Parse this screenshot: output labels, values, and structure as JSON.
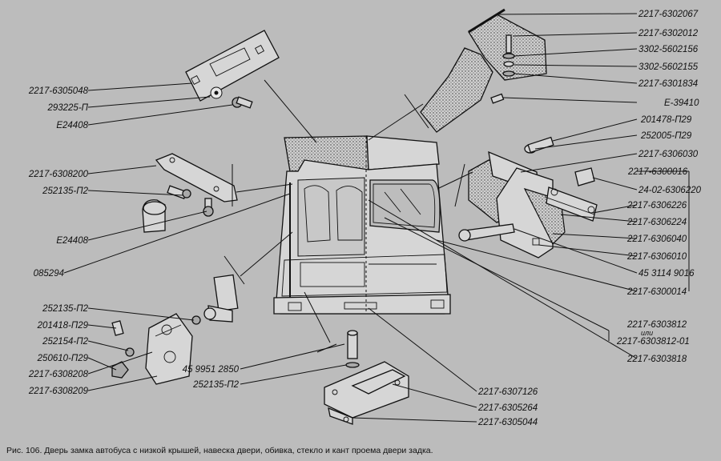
{
  "labels_left": [
    "2217-6305048",
    "293225-П",
    "Е24408",
    "2217-6308200",
    "252135-П2",
    "Е24408",
    "085294",
    "252135-П2",
    "201418-П29",
    "252154-П2",
    "250610-П29",
    "2217-6308208",
    "2217-6308209"
  ],
  "labels_right": [
    "2217-6302067",
    "2217-6302012",
    "3302-5602156",
    "3302-5602155",
    "2217-6301834",
    "Е-39410",
    "201478-П29",
    "252005-П29",
    "2217-6306030",
    "2217-6300016",
    "24-02-6306220",
    "2217-6306226",
    "2217-6306224",
    "2217-6306040",
    "2217-6306010",
    "45 3114 9016",
    "2217-6300014",
    "2217-6303812",
    "или",
    "2217-6303812-01",
    "2217-6303818"
  ],
  "labels_bottom": [
    "45 9951 2850",
    "252135-П2",
    "2217-6307126",
    "2217-6305264",
    "2217-6305044"
  ],
  "caption": "Рис. 106. Дверь замка автобуса с низкой крышей, навеска двери, обивка, стекло и кант проема двери задка."
}
